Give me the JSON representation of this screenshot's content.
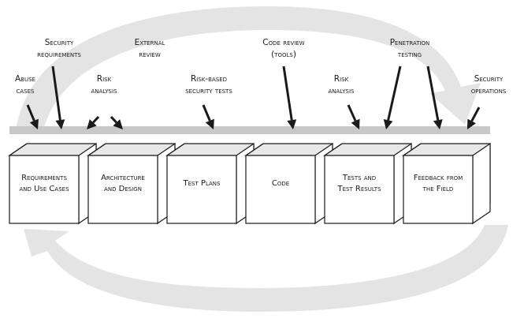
{
  "colors": {
    "cycle_arrow": "#e4e4e4",
    "bar": "#c8c8c8",
    "ink": "#1a1a1a"
  },
  "phases": [
    {
      "lines": [
        "Requirements",
        "and Use Cases"
      ]
    },
    {
      "lines": [
        "Architecture",
        "and Design"
      ]
    },
    {
      "lines": [
        "Test Plans"
      ]
    },
    {
      "lines": [
        "Code"
      ]
    },
    {
      "lines": [
        "Tests and",
        "Test Results"
      ]
    },
    {
      "lines": [
        "Feedback from",
        "the Field"
      ]
    }
  ],
  "touchpoints": [
    {
      "lines": [
        "Abuse",
        "cases"
      ]
    },
    {
      "lines": [
        "Security",
        "requirements"
      ]
    },
    {
      "lines": [
        "Risk",
        "analysis"
      ]
    },
    {
      "lines": [
        "External",
        "review"
      ]
    },
    {
      "lines": [
        "Risk-based",
        "security tests"
      ]
    },
    {
      "lines": [
        "Code review",
        "(tools)"
      ]
    },
    {
      "lines": [
        "Risk",
        "analysis"
      ]
    },
    {
      "lines": [
        "Penetration",
        "testing"
      ]
    },
    {
      "lines": [
        "Security",
        "operations"
      ]
    }
  ]
}
